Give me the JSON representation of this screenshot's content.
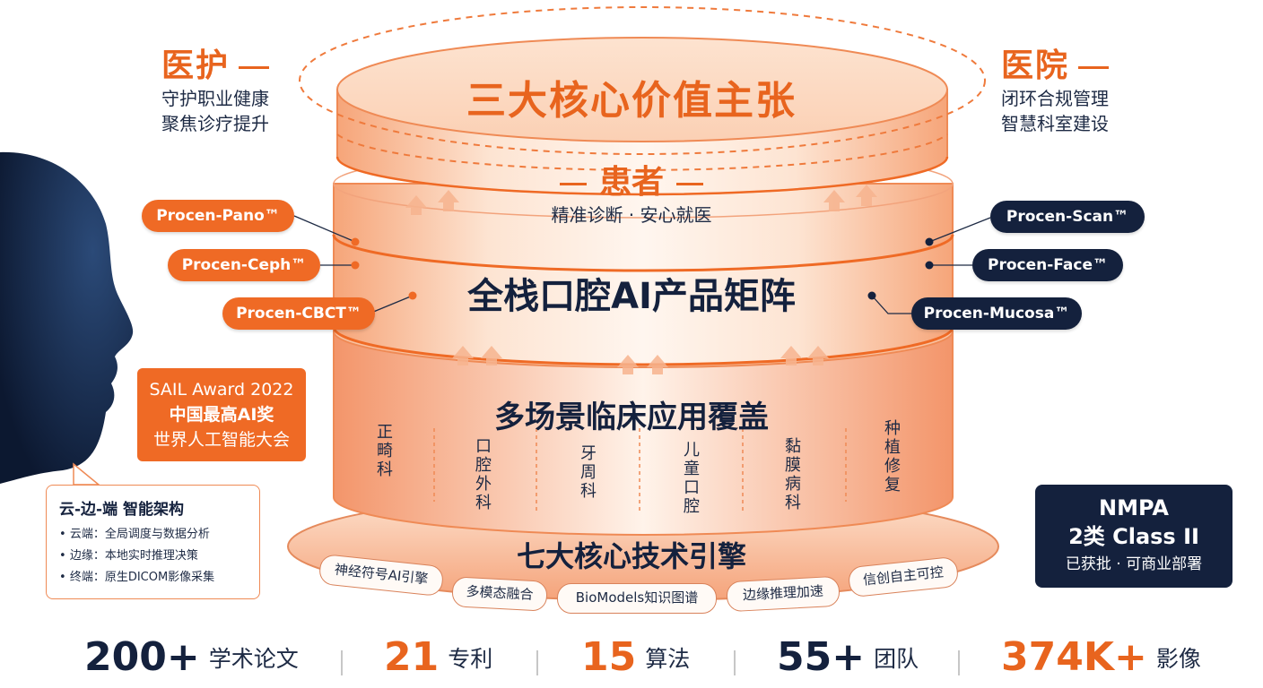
{
  "colors": {
    "accent": "#ef6a25",
    "navy": "#14213d",
    "text": "#1d2a44"
  },
  "left_panel": {
    "title": "医护",
    "lines": [
      "守护职业健康",
      "聚焦诊疗提升"
    ]
  },
  "right_panel": {
    "title": "医院",
    "lines": [
      "闭环合规管理",
      "智慧科室建设"
    ]
  },
  "top_layer": {
    "title": "三大核心价值主张"
  },
  "patient": {
    "title": "患者",
    "subtitle": "精准诊断 · 安心就医"
  },
  "product_layer": {
    "title": "全栈口腔AI产品矩阵",
    "left_products": [
      "Procen-Pano™",
      "Procen-Ceph™",
      "Procen-CBCT™"
    ],
    "right_products": [
      "Procen-Scan™",
      "Procen-Face™",
      "Procen-Mucosa™"
    ]
  },
  "clinical_layer": {
    "title": "多场景临床应用覆盖",
    "departments": [
      "正畸科",
      "口腔外科",
      "牙周科",
      "儿童口腔",
      "黏膜病科",
      "种植修复"
    ]
  },
  "engine_layer": {
    "title": "七大核心技术引擎",
    "engines": [
      "神经符号AI引擎",
      "多模态融合",
      "BioModels知识图谱",
      "边缘推理加速",
      "信创自主可控"
    ]
  },
  "award": {
    "lines": [
      "SAIL Award 2022",
      "中国最高AI奖",
      "世界人工智能大会"
    ]
  },
  "architecture": {
    "title": "云-边-端 智能架构",
    "items": [
      "云端：全局调度与数据分析",
      "边缘：本地实时推理决策",
      "终端：原生DICOM影像采集"
    ]
  },
  "nmpa": {
    "lines": [
      "NMPA",
      "2类 Class II",
      "已获批 · 可商业部署"
    ]
  },
  "stats": [
    {
      "value": "200+",
      "label": "学术论文"
    },
    {
      "value": "21",
      "label": "专利"
    },
    {
      "value": "15",
      "label": "算法"
    },
    {
      "value": "55+",
      "label": "团队"
    },
    {
      "value": "374K+",
      "label": "影像"
    }
  ]
}
